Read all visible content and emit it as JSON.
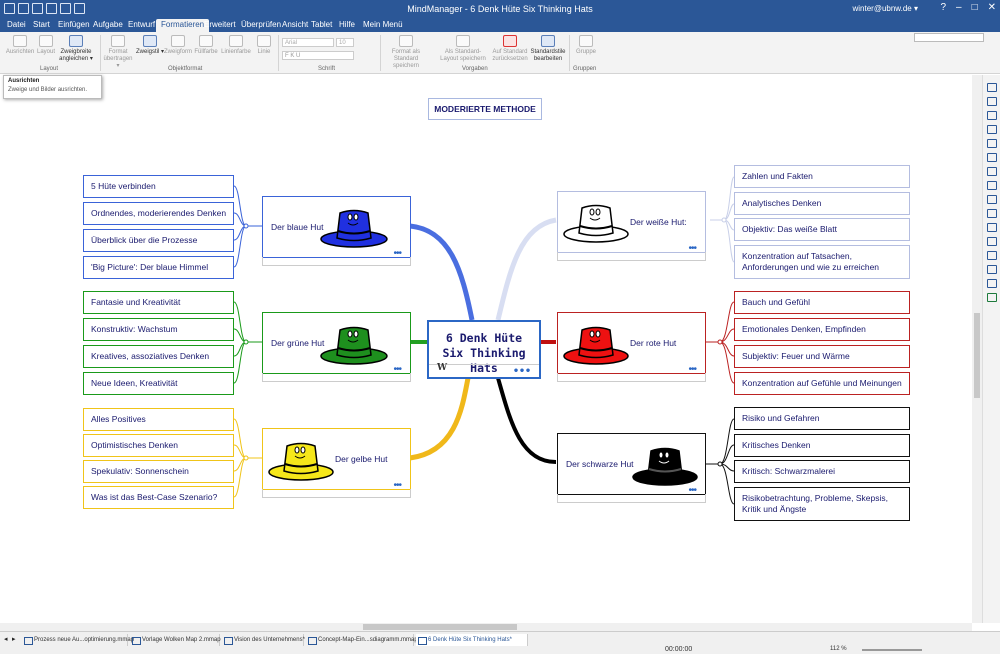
{
  "titlebar": {
    "title": "MindManager - 6 Denk Hüte Six Thinking Hats",
    "user": "winter@ubnw.de ▾"
  },
  "menu": [
    "Datei",
    "Start",
    "Einfügen",
    "Aufgabe",
    "Entwurf",
    "Formatieren",
    "Erweitert",
    "Überprüfen",
    "Ansicht",
    "Tablet",
    "Hilfe",
    "Mein Menü"
  ],
  "ribbon": {
    "buttons": [
      {
        "label": "Ausrichten",
        "icon": "align-icon"
      },
      {
        "label": "Layout",
        "icon": "layout-icon"
      },
      {
        "label": "Zweigbreite angleichen ▾",
        "icon": "branch-width-icon"
      },
      {
        "label": "Format übertragen ▾",
        "icon": "format-painter-icon"
      },
      {
        "label": "Zweigstil ▾",
        "icon": "branch-style-icon"
      },
      {
        "label": "Zweigform",
        "icon": "branch-shape-icon"
      },
      {
        "label": "Füllfarbe",
        "icon": "fill-color-icon"
      },
      {
        "label": "Linienfarbe",
        "icon": "line-color-icon"
      },
      {
        "label": "Linie",
        "icon": "line-icon"
      },
      {
        "label": "Format als Standard speichern",
        "icon": "save-default-icon"
      },
      {
        "label": "Als Standard-Layout speichern",
        "icon": "save-layout-icon"
      },
      {
        "label": "Auf Standard zurücksetzen",
        "icon": "reset-icon"
      },
      {
        "label": "Standardstile bearbeiten",
        "icon": "edit-styles-icon"
      },
      {
        "label": "Gruppe",
        "icon": "group-icon"
      }
    ],
    "groups": [
      "Layout",
      "Objektformat",
      "Schrift",
      "Vorgaben",
      "Gruppen"
    ],
    "font_name": "Arial",
    "font_size": "10"
  },
  "tooltip": {
    "title": "Ausrichten",
    "text": "Zweige und Bilder ausrichten."
  },
  "map": {
    "method": "MODERIERTE METHODE",
    "center": {
      "line1": "6 Denk Hüte",
      "line2": "Six Thinking Hats",
      "wiki": "W",
      "dots": "•••"
    },
    "hats": {
      "blue": {
        "label": "Der blaue Hut",
        "color": "#2030e0",
        "items": [
          "5 Hüte verbinden",
          "Ordnendes, moderierendes Denken",
          "Überblick über die Prozesse",
          "'Big Picture': Der blaue Himmel"
        ]
      },
      "green": {
        "label": "Der grüne Hut",
        "color": "#1e8f1e",
        "items": [
          "Fantasie und Kreativität",
          "Konstruktiv: Wachstum",
          "Kreatives, assoziatives Denken",
          "Neue Ideen, Kreativität"
        ]
      },
      "yellow": {
        "label": "Der gelbe Hut",
        "color": "#f5e71a",
        "items": [
          "Alles Positives",
          "Optimistisches Denken",
          "Spekulativ: Sonnenschein",
          "Was ist das Best-Case Szenario?"
        ]
      },
      "white": {
        "label": "Der weiße Hut:",
        "color": "#ffffff",
        "items": [
          "Zahlen und Fakten",
          "Analytisches Denken",
          "Objektiv: Das weiße Blatt",
          "Konzentration auf Tatsachen, Anforderungen und wie zu erreichen"
        ]
      },
      "red": {
        "label": "Der rote Hut",
        "color": "#ee1111",
        "items": [
          "Bauch und Gefühl",
          "Emotionales Denken, Empfinden",
          "Subjektiv: Feuer und Wärme",
          "Konzentration auf Gefühle und Meinungen"
        ]
      },
      "black": {
        "label": "Der schwarze Hut",
        "color": "#000000",
        "items": [
          "Risiko und Gefahren",
          "Kritisches Denken",
          "Kritisch: Schwarzmalerei",
          "Risikobetrachtung, Probleme, Skepsis, Kritik und Ängste"
        ]
      }
    },
    "dots": "•••"
  },
  "doc_tabs": [
    "Prozess neue Au...optimierung.mmap",
    "Vorlage Wolken Map 2.mmap",
    "Vision des Unternehmens*",
    "Concept-Map-Ein...sdiagramm.mmap*",
    "6 Denk Hüte Six Thinking Hats*"
  ],
  "status": {
    "time": "00:00:00",
    "zoom": "112 %"
  }
}
